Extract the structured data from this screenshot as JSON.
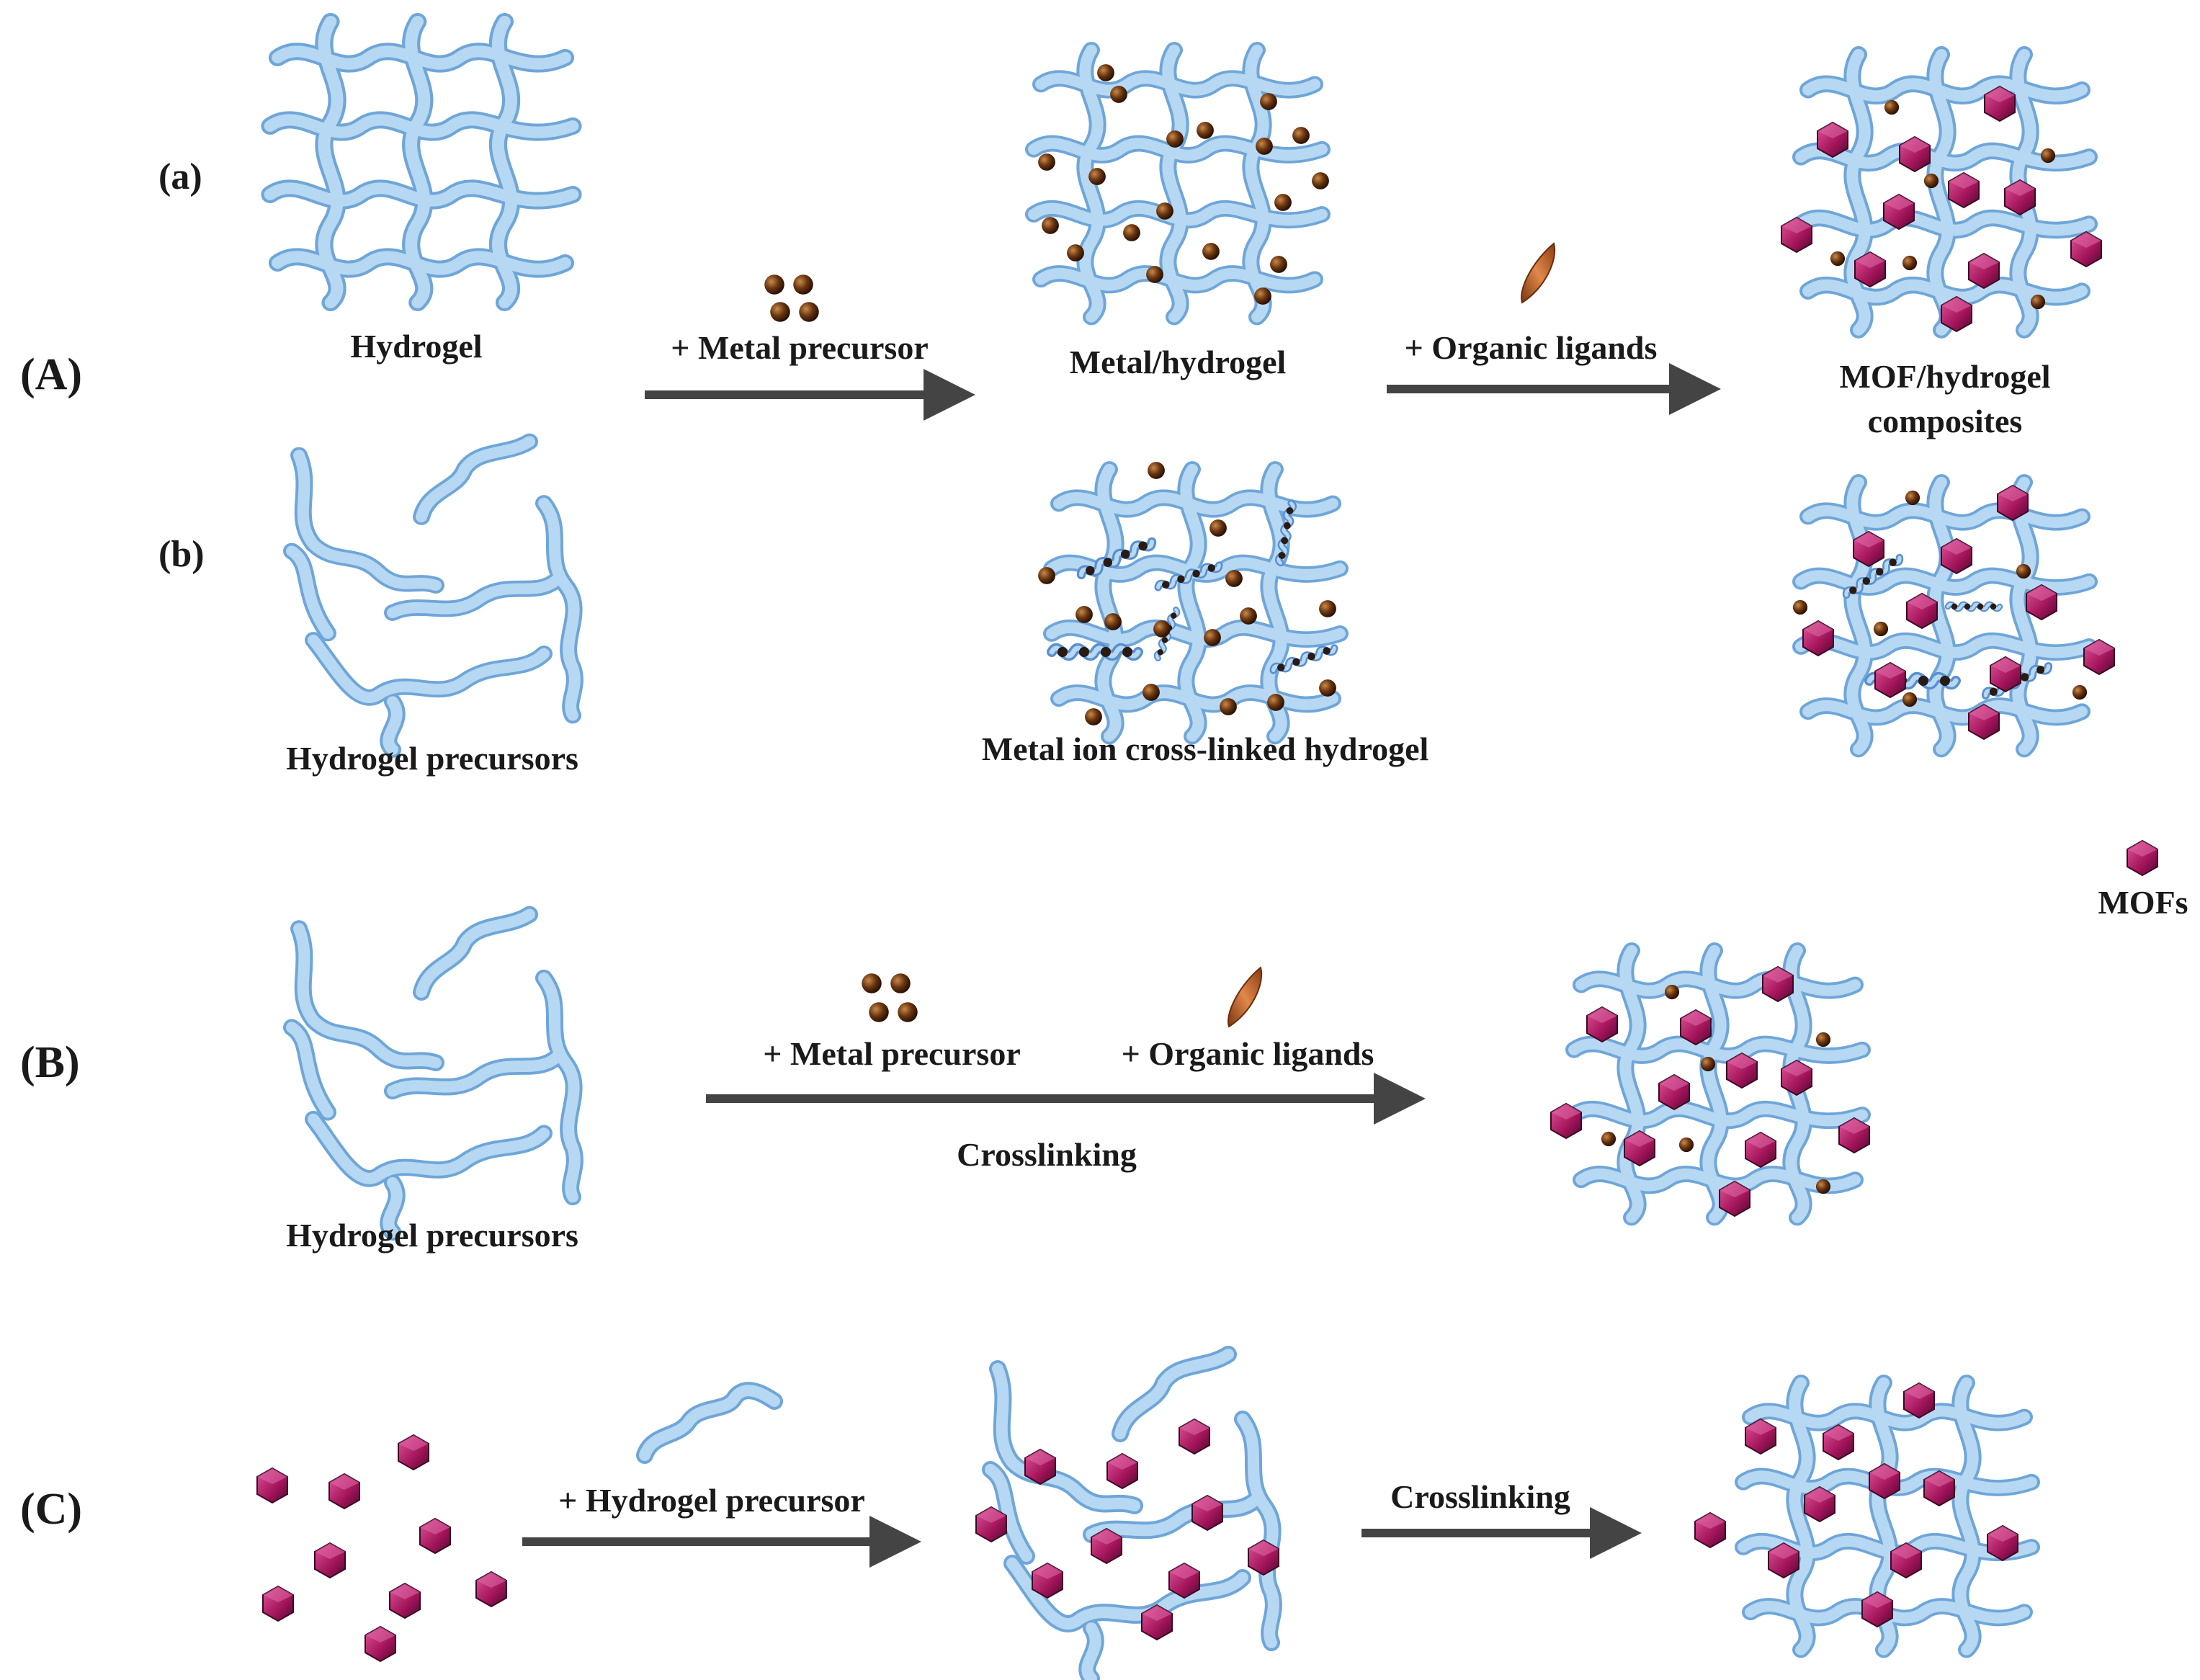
{
  "sections": {
    "A": "(A)",
    "a": "(a)",
    "b": "(b)",
    "B": "(B)",
    "C": "(C)"
  },
  "labels": {
    "hydrogel": "Hydrogel",
    "metal_precursor_A": "+ Metal precursor",
    "metal_hydrogel": "Metal/hydrogel",
    "organic_ligands_A": "+ Organic ligands",
    "mof_hydrogel_line1": "MOF/hydrogel",
    "mof_hydrogel_line2": "composites",
    "hydrogel_precursors_b": "Hydrogel precursors",
    "metal_ion_crosslinked": "Metal ion cross-linked hydrogel",
    "mofs_legend": "MOFs",
    "metal_precursor_B": "+ Metal precursor",
    "organic_ligands_B": "+ Organic ligands",
    "crosslinking_B": "Crosslinking",
    "hydrogel_precursors_B": "Hydrogel precursors",
    "hydrogel_precursor_C": "+ Hydrogel precursor",
    "crosslinking_C": "Crosslinking"
  },
  "colors": {
    "fiber": "#a9cdee",
    "fiber_edge": "#6fa6d8",
    "metal": "#5a2e0e",
    "mof": "#a3145a",
    "ligand": "#c0622a",
    "arrow": "#444444"
  }
}
